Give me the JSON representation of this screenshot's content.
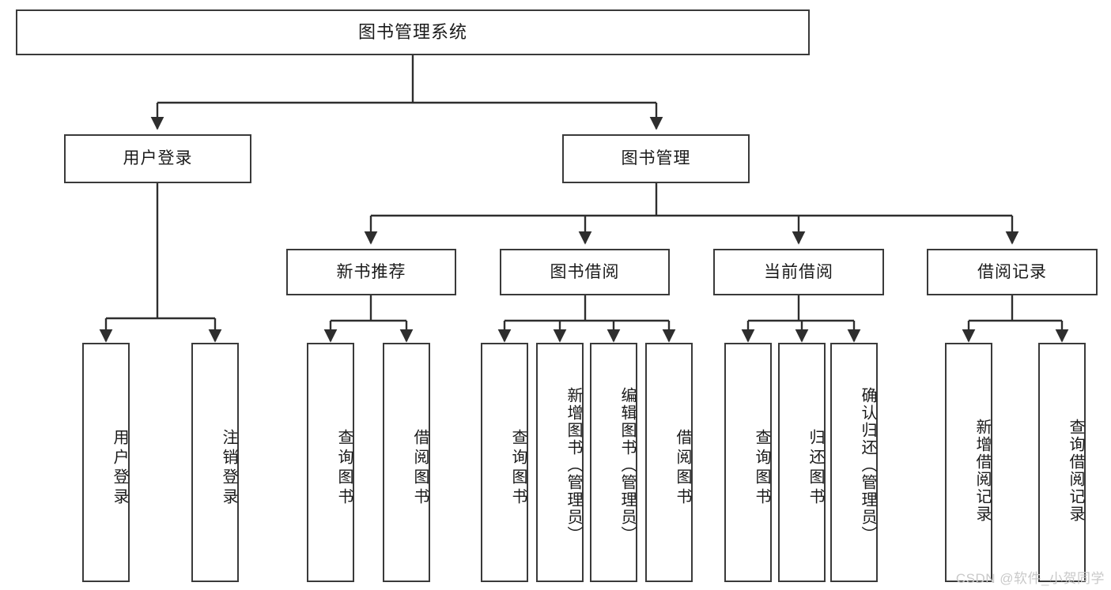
{
  "diagram": {
    "title": "图书管理系统",
    "type": "hierarchy-tree",
    "watermark": "CSDN @软件_小贺同学",
    "colors": {
      "box_border": "#3a3a3a",
      "box_fill": "#ffffff",
      "connector": "#2e2e2e",
      "text": "#1a1a1a",
      "watermark": "#c9c9c9"
    },
    "levels": {
      "level1": [
        {
          "id": "root",
          "label": "图书管理系统"
        }
      ],
      "level2": [
        {
          "id": "user-login",
          "label": "用户登录"
        },
        {
          "id": "book-manage",
          "label": "图书管理"
        }
      ],
      "level3": [
        {
          "id": "new-book-recommend",
          "label": "新书推荐"
        },
        {
          "id": "book-borrow",
          "label": "图书借阅"
        },
        {
          "id": "current-borrow",
          "label": "当前借阅"
        },
        {
          "id": "borrow-record",
          "label": "借阅记录"
        }
      ],
      "level4": [
        {
          "id": "leaf-user-login",
          "label": "用户登录",
          "parent": "user-login"
        },
        {
          "id": "leaf-logout-login",
          "label": "注销登录",
          "parent": "user-login"
        },
        {
          "id": "leaf-query-book-1",
          "label": "查询图书",
          "parent": "new-book-recommend"
        },
        {
          "id": "leaf-borrow-book-1",
          "label": "借阅图书",
          "parent": "new-book-recommend"
        },
        {
          "id": "leaf-query-book-2",
          "label": "查询图书",
          "parent": "book-borrow"
        },
        {
          "id": "leaf-add-book",
          "label": "新增图书（管理员）",
          "parent": "book-borrow"
        },
        {
          "id": "leaf-edit-book",
          "label": "编辑图书（管理员）",
          "parent": "book-borrow"
        },
        {
          "id": "leaf-borrow-book-2",
          "label": "借阅图书",
          "parent": "book-borrow"
        },
        {
          "id": "leaf-query-book-3",
          "label": "查询图书",
          "parent": "current-borrow"
        },
        {
          "id": "leaf-return-book",
          "label": "归还图书",
          "parent": "current-borrow"
        },
        {
          "id": "leaf-confirm-return",
          "label": "确认归还（管理员）",
          "parent": "current-borrow"
        },
        {
          "id": "leaf-add-record",
          "label": "新增借阅记录",
          "parent": "borrow-record"
        },
        {
          "id": "leaf-query-record",
          "label": "查询借阅记录",
          "parent": "borrow-record"
        }
      ]
    }
  }
}
